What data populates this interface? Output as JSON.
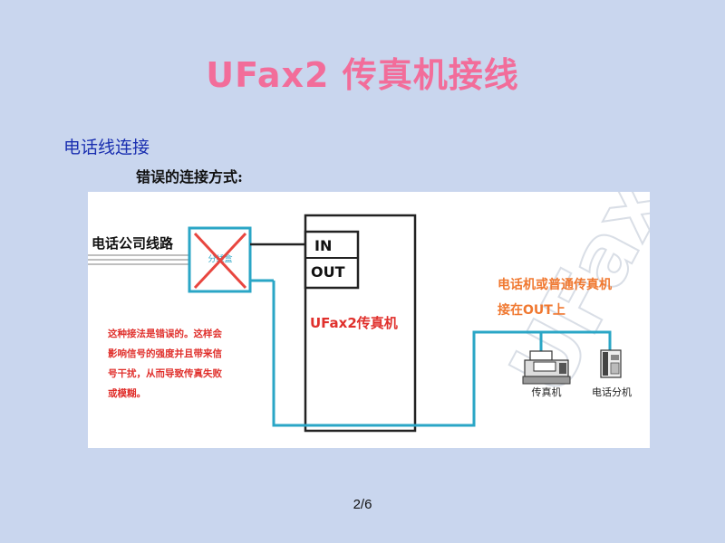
{
  "slide": {
    "title": "UFax2 传真机接线",
    "section": "电话线连接",
    "subheading": "错误的连接方式:",
    "page_number": "2/6"
  },
  "diagram": {
    "line_source_label": "电话公司线路",
    "splitter_label": "分线盒",
    "port_in_label": "IN",
    "port_out_label": "OUT",
    "device_label": "UFax2传真机",
    "phone_note_line1": "电话机或普通传真机",
    "phone_note_line2": "接在OUT上",
    "warning_lines": [
      "这种接法是错误的。这样会",
      "影响信号的强度并且带来信",
      "号干扰，从而导致传真失败",
      "或模糊。"
    ],
    "fax_icon_label": "传真机",
    "phone_icon_label": "电话分机",
    "watermark": "UFax2",
    "colors": {
      "title": "#f26d9a",
      "section": "#1a2fb0",
      "cable": "#2aa6c6",
      "warning_text": "#e0302c",
      "cross": "#e8463f",
      "note_text": "#f07830"
    }
  }
}
